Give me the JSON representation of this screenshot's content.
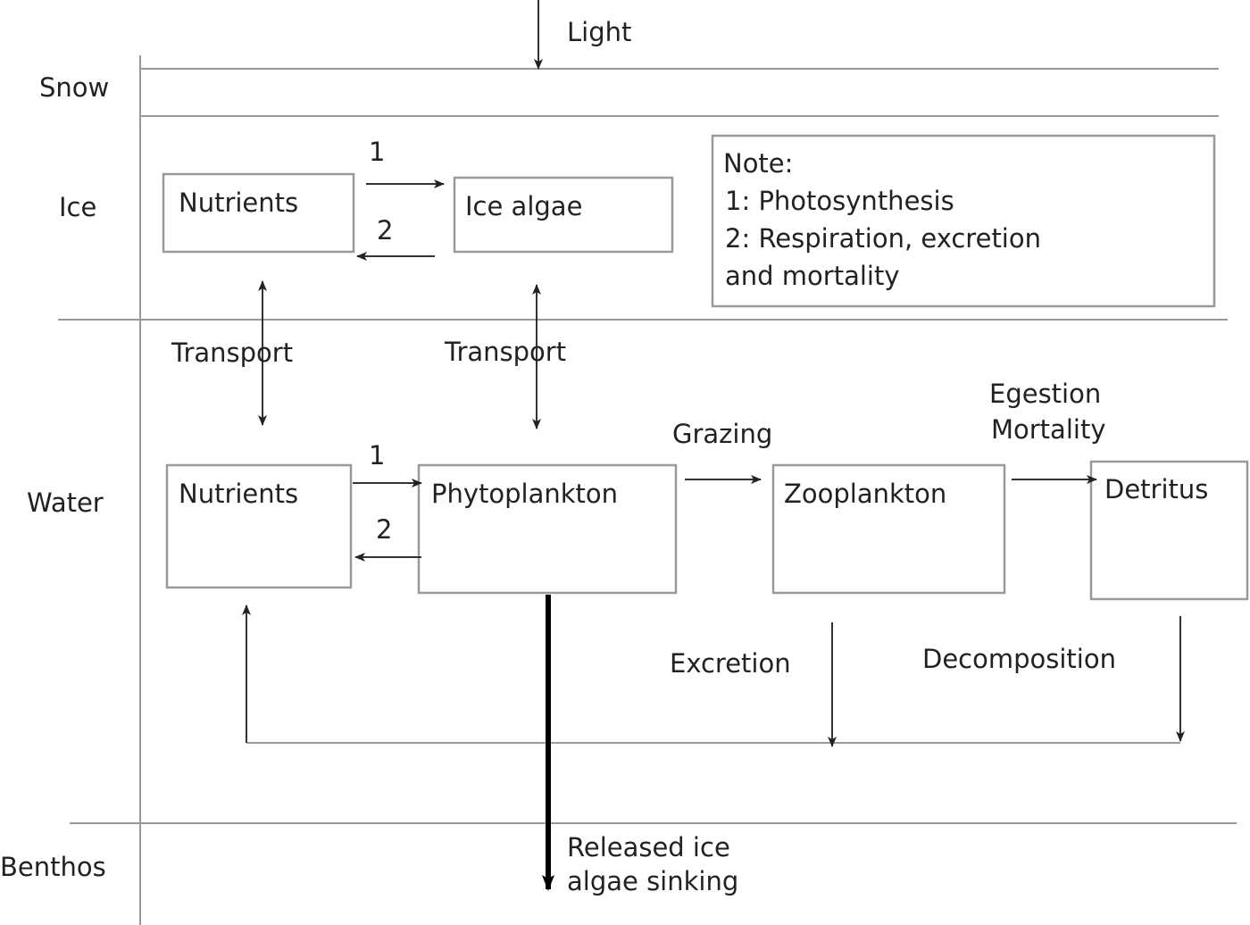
{
  "zones": {
    "snow": "Snow",
    "ice": "Ice",
    "water": "Water",
    "benthos": "Benthos"
  },
  "light": "Light",
  "ice": {
    "nutrients": "Nutrients",
    "ice_algae": "Ice algae",
    "flow_1": "1",
    "flow_2": "2"
  },
  "note": {
    "title": "Note:",
    "line1": "1: Photosynthesis",
    "line2": "2: Respiration, excretion",
    "line3": "and mortality"
  },
  "transport": {
    "left": "Transport",
    "right": "Transport"
  },
  "water": {
    "nutrients": "Nutrients",
    "phytoplankton": "Phytoplankton",
    "zooplankton": "Zooplankton",
    "detritus": "Detritus",
    "flow_1": "1",
    "flow_2": "2",
    "grazing": "Grazing",
    "egestion": "Egestion",
    "mortality": "Mortality",
    "excretion": "Excretion",
    "decomposition": "Decomposition"
  },
  "sinking": {
    "line1": "Released ice",
    "line2": "algae sinking"
  }
}
